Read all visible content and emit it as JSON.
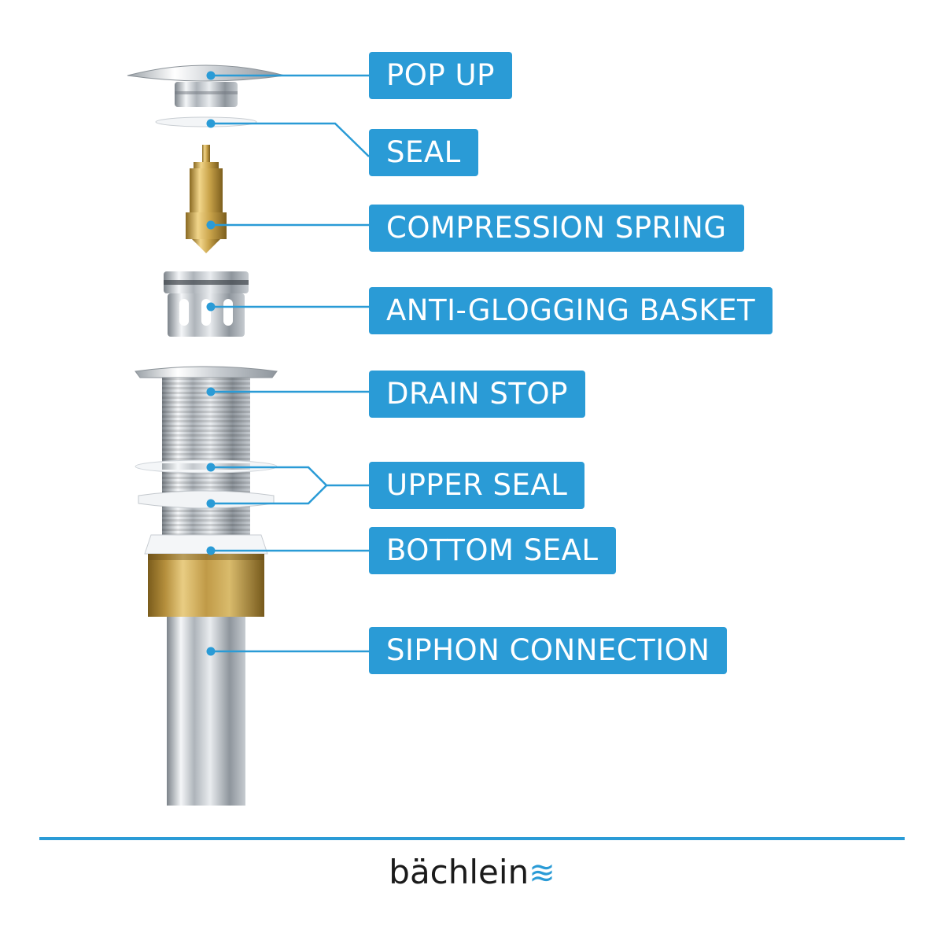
{
  "labels": {
    "pop_up": "POP UP",
    "seal": "SEAL",
    "compression_spring": "COMPRESSION SPRING",
    "basket": "ANTI-GLOGGING BASKET",
    "drain_stop": "DRAIN STOP",
    "upper_seal": "UPPER SEAL",
    "bottom_seal": "BOTTOM SEAL",
    "siphon_connection": "SIPHON CONNECTION"
  },
  "brand": {
    "name": "bächlein",
    "wave_glyph": "≋",
    "logo_icon": "water-wave-icon"
  },
  "colors": {
    "accent": "#2a9bd6",
    "label_text": "#ffffff",
    "brass": "#c9a34a",
    "chrome": "#c8cdd2"
  }
}
